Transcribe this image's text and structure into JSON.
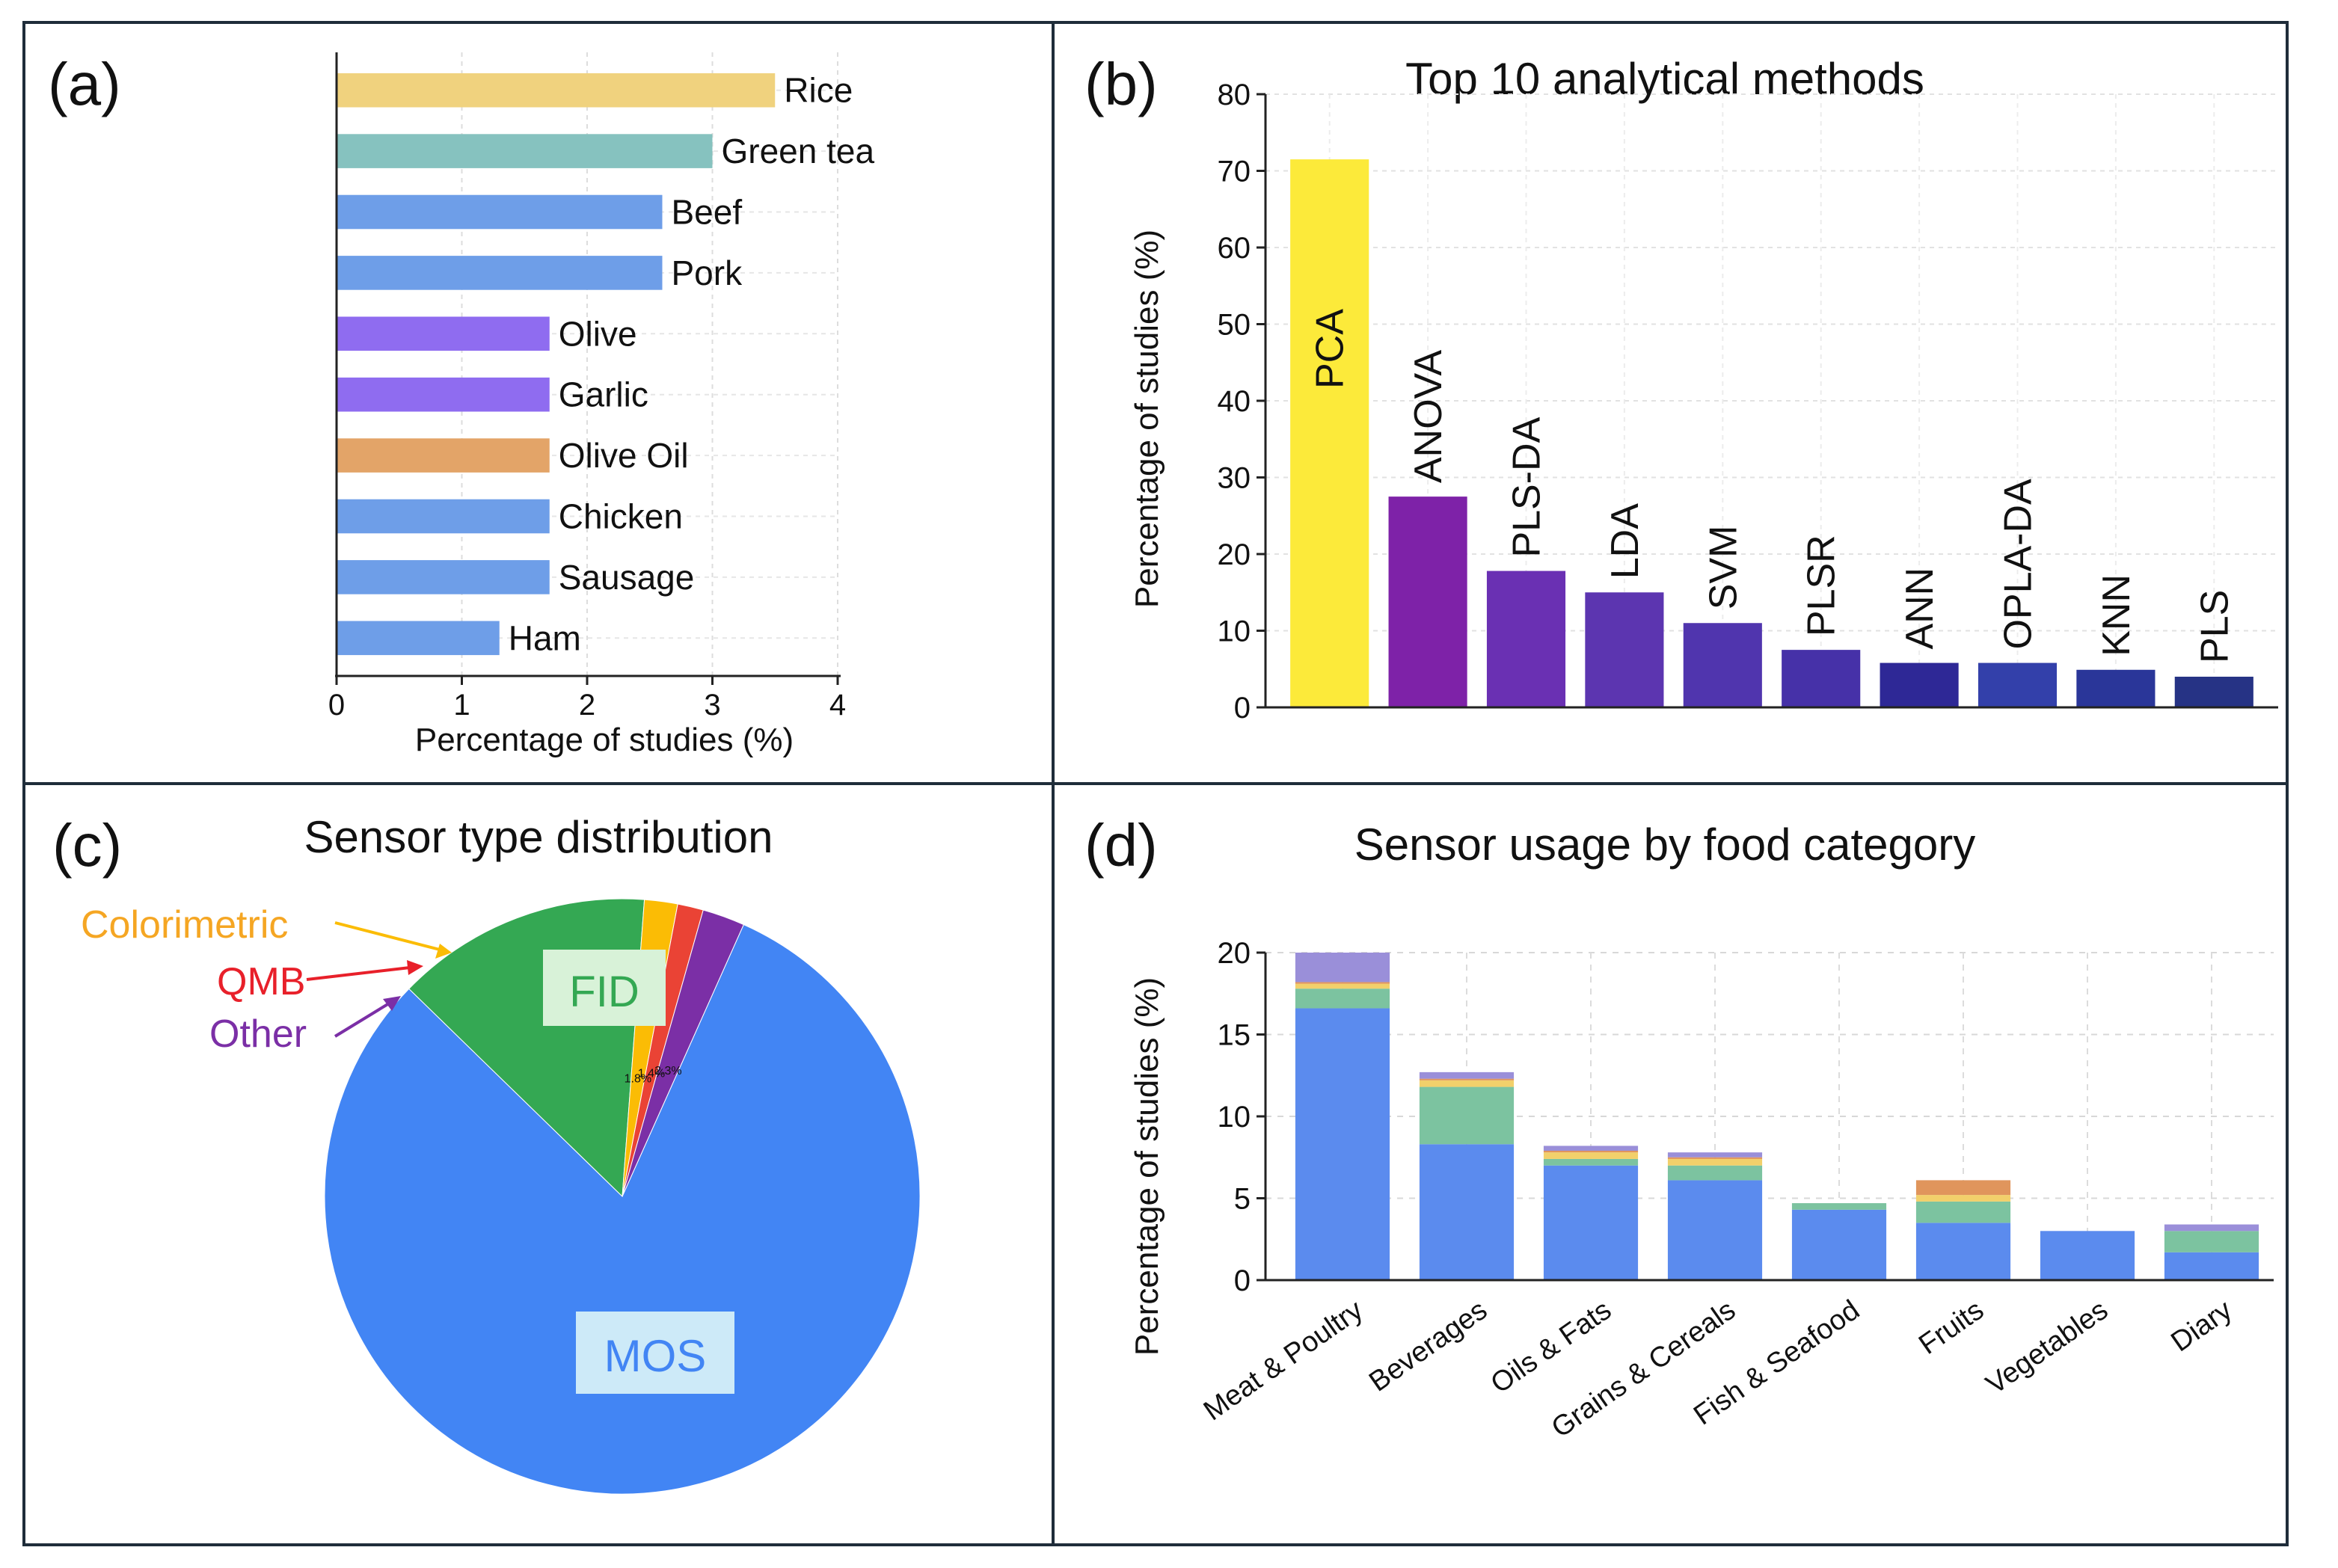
{
  "panel_labels": [
    "(a)",
    "(b)",
    "(c)",
    "(d)"
  ],
  "chart_data": [
    {
      "id": "a",
      "type": "bar",
      "orientation": "horizontal",
      "title": "",
      "xlabel": "Percentage of studies (%)",
      "ylabel": "",
      "xlim": [
        0,
        4
      ],
      "xticks": [
        0,
        1,
        2,
        3,
        4
      ],
      "grid": true,
      "categories": [
        "Rice",
        "Green tea",
        "Beef",
        "Pork",
        "Olive",
        "Garlic",
        "Olive Oil",
        "Chicken",
        "Sausage",
        "Ham"
      ],
      "values": [
        3.5,
        3.0,
        2.6,
        2.6,
        1.7,
        1.7,
        1.7,
        1.7,
        1.7,
        1.3
      ],
      "colors": [
        "#F0D27E",
        "#86C2BF",
        "#6E9EE8",
        "#6E9EE8",
        "#8F6CF0",
        "#8F6CF0",
        "#E3A468",
        "#6E9EE8",
        "#6E9EE8",
        "#6E9EE8"
      ]
    },
    {
      "id": "b",
      "type": "bar",
      "title": "Top 10 analytical methods",
      "xlabel": "",
      "ylabel": "Percentage of studies (%)",
      "ylim": [
        0,
        80
      ],
      "yticks": [
        0,
        10,
        20,
        30,
        40,
        50,
        60,
        70,
        80
      ],
      "grid": true,
      "categories": [
        "PCA",
        "ANOVA",
        "PLS-DA",
        "LDA",
        "SVM",
        "PLSR",
        "ANN",
        "OPLA-DA",
        "KNN",
        "PLS"
      ],
      "values": [
        71.5,
        27.5,
        17.8,
        15.0,
        11.0,
        7.5,
        5.8,
        5.8,
        4.9,
        4.0
      ],
      "colors": [
        "#FCEA3A",
        "#7E22A8",
        "#6A30B3",
        "#5C35B0",
        "#5035AE",
        "#4631A8",
        "#2E2896",
        "#3340AA",
        "#2A3699",
        "#263385"
      ]
    },
    {
      "id": "c",
      "type": "pie",
      "title": "Sensor type distribution",
      "slices": [
        {
          "label": "MOS",
          "value": 80.6,
          "color": "#4285F4"
        },
        {
          "label": "FID",
          "value": 13.9,
          "color": "#34A853"
        },
        {
          "label": "Colorimetric",
          "value": 1.8,
          "color": "#FBBC05"
        },
        {
          "label": "QMB",
          "value": 1.4,
          "color": "#EA4335"
        },
        {
          "label": "Other",
          "value": 2.3,
          "color": "#7B2FA6"
        }
      ],
      "slice_value_labels": [
        "1.8%",
        "1.4%",
        "2.3%"
      ],
      "annotation_colors": {
        "Colorimetric": "#F5A623",
        "QMB": "#E8202A",
        "Other": "#7B2FA6",
        "FID": "#34A853",
        "MOS": "#4285F4"
      }
    },
    {
      "id": "d",
      "type": "bar",
      "stacked": true,
      "title": "Sensor usage by food category",
      "xlabel": "",
      "ylabel": "Percentage of studies (%)",
      "ylim": [
        0,
        20
      ],
      "yticks": [
        0,
        5,
        10,
        15,
        20
      ],
      "grid": true,
      "categories": [
        "Meat & Poultry",
        "Beverages",
        "Oils & Fats",
        "Grains & Cereals",
        "Fish & Seafood",
        "Fruits",
        "Vegetables",
        "Diary"
      ],
      "series": [
        {
          "values": [
            16.6,
            8.3,
            7.0,
            6.1,
            4.3,
            3.5,
            3.0,
            1.7
          ],
          "color": "#5B8BEE"
        },
        {
          "values": [
            1.2,
            3.5,
            0.4,
            0.9,
            0.4,
            1.3,
            0,
            1.3
          ],
          "color": "#7CC3A0"
        },
        {
          "values": [
            0.3,
            0.4,
            0.4,
            0.4,
            0,
            0.4,
            0,
            0
          ],
          "color": "#F2D06B"
        },
        {
          "values": [
            0.1,
            0.1,
            0.1,
            0.1,
            0,
            0.9,
            0,
            0
          ],
          "color": "#E0955C"
        },
        {
          "values": [
            1.8,
            0.4,
            0.3,
            0.3,
            0,
            0,
            0,
            0.4
          ],
          "color": "#9A8FD9"
        }
      ]
    }
  ]
}
